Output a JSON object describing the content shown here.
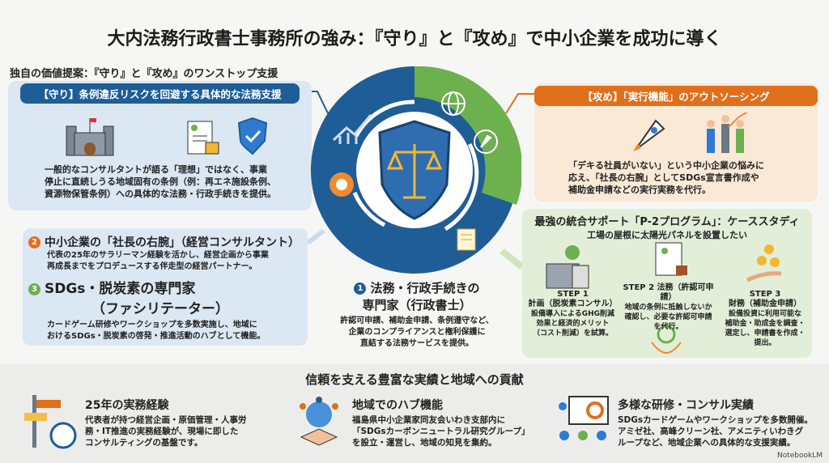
{
  "title": "大内法務行政書士事務所の強み：『守り』と『攻め』で中小企業を成功に導く",
  "subtitle": "独自の価値提案：『守り』と『攻め』のワンストップ支援",
  "defense": {
    "header": "【守り】条例違反リスクを回避する具体的な法務支援",
    "lines": [
      "一般的なコンサルタントが語る「理想」ではなく、事業",
      "停止に直続しうる地域固有の条例（例：再エネ施設条例、",
      "資源物保管条例）への具体的な法務・行政手続きを提供。"
    ]
  },
  "roles": [
    {
      "num": "1",
      "title_lines": [
        "法務・行政手続きの",
        "専門家（行政書士）"
      ],
      "lines": [
        "許認可申請、補助金申請、条例遵守など、",
        "企業のコンプライアンスと権利保護に",
        "直結する法務サービスを提供。"
      ]
    },
    {
      "num": "2",
      "title": "中小企業の「社長の右腕」（経営コンサルタント）",
      "lines": [
        "代表の25年のサラリーマン経験を活かし、経営企画から事業",
        "再成長までをプロデュースする伴走型の経営パートナー。"
      ]
    },
    {
      "num": "3",
      "title_lines": [
        "SDGs・脱炭素の専門家",
        "（ファシリテーター）"
      ],
      "lines": [
        "カードゲーム研修やワークショップを多数実施し、地域に",
        "おけるSDGs・脱炭素の啓発・推進活動のハブとして機能。"
      ]
    }
  ],
  "offense": {
    "header": "【攻め】「実行機能」のアウトソーシング",
    "lines": [
      "「デキる社員がいない」という中小企業の悩みに",
      "応え、「社長の右腕」としてSDGs宣言書作成や",
      "補助金申請などの実行実務を代行。"
    ]
  },
  "case": {
    "title": "最強の統合サポート「P-2プログラム」：ケーススタディ",
    "subtitle": "工場の屋根に太陽光パネルを設置したい",
    "steps": [
      {
        "label": "STEP 1",
        "name": "計画（脱炭素コンサル）",
        "lines": [
          "設備導入によるGHG削減",
          "効果と経済的メリット",
          "（コスト削減）を試算。"
        ]
      },
      {
        "label": "STEP 2 法務（許認可申請）",
        "lines": [
          "地域の条例に抵触しないか",
          "確認し、必要な許認可申請",
          "を代行。"
        ]
      },
      {
        "label": "STEP 3",
        "name": "財務（補助金申請）",
        "lines": [
          "設備投資に利用可能な",
          "補助金・助成金を調査・",
          "選定し、申請書を作成・",
          "提出。"
        ]
      }
    ]
  },
  "track": {
    "heading": "信頼を支える豊富な実績と地域への貢献",
    "items": [
      {
        "title": "25年の実務経験",
        "lines": [
          "代表者が持つ経営企画・原価管理・人事労",
          "務・IT推進の実務経験が、現場に即した",
          "コンサルティングの基盤です。"
        ]
      },
      {
        "title": "地域でのハブ機能",
        "lines": [
          "福島県中小企業家同友会いわき支部内に",
          "「SDGsカーボンニュートラル研究グループ」",
          "を設立・運営し、地域の知見を集約。"
        ]
      },
      {
        "title": "多様な研修・コンサル実績",
        "lines": [
          "SDGsカードゲームやワークショップを多数開催。",
          "アミゼ社、高峰クリーン社、アメニティいわきグ",
          "ループなど、地域企業への具体的な支援実績。"
        ]
      }
    ]
  },
  "watermark": "NotebookLM",
  "colors": {
    "blue": "#1f5d96",
    "orange": "#e06f1c",
    "green": "#6db04e"
  }
}
